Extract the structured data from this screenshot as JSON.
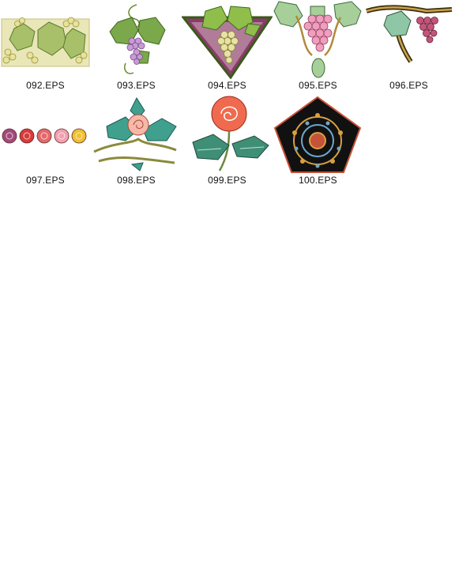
{
  "gallery": {
    "items": [
      {
        "label": "092.EPS",
        "icon": "grape-leaf-border-icon"
      },
      {
        "label": "093.EPS",
        "icon": "grape-vine-icon"
      },
      {
        "label": "094.EPS",
        "icon": "grape-triangle-panel-icon"
      },
      {
        "label": "095.EPS",
        "icon": "grape-cluster-ornament-icon"
      },
      {
        "label": "096.EPS",
        "icon": "grape-corner-ornament-icon"
      },
      {
        "label": "097.EPS",
        "icon": "rose-row-icon"
      },
      {
        "label": "098.EPS",
        "icon": "rose-ribbon-icon"
      },
      {
        "label": "099.EPS",
        "icon": "red-rose-icon"
      },
      {
        "label": "100.EPS",
        "icon": "pentagon-mandala-icon"
      }
    ]
  }
}
